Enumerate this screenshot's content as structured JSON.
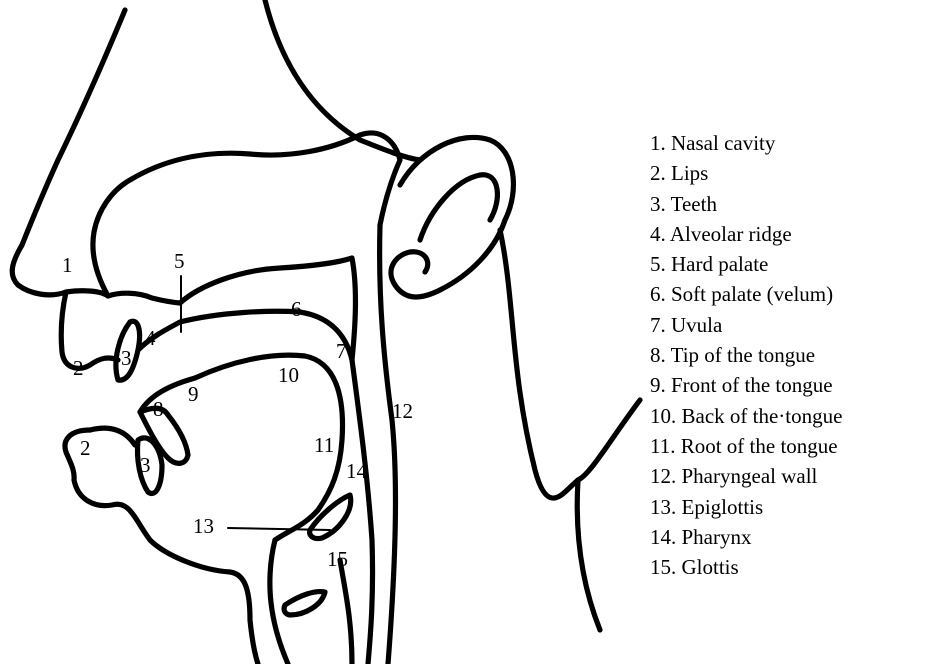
{
  "diagram": {
    "callouts": [
      "1",
      "2",
      "3",
      "4",
      "5",
      "6",
      "7",
      "8",
      "9",
      "10",
      "11",
      "12",
      "13",
      "14",
      "15"
    ],
    "legend": [
      "1. Nasal cavity",
      "2. Lips",
      "3. Teeth",
      "4. Alveolar ridge",
      "5. Hard palate",
      "6. Soft palate (velum)",
      "7. Uvula",
      "8. Tip of the tongue",
      "9. Front of the tongue",
      "10. Back of the·tongue",
      "11. Root of the tongue",
      "12. Pharyngeal wall",
      "13. Epiglottis",
      "14. Pharynx",
      "15. Glottis"
    ]
  }
}
